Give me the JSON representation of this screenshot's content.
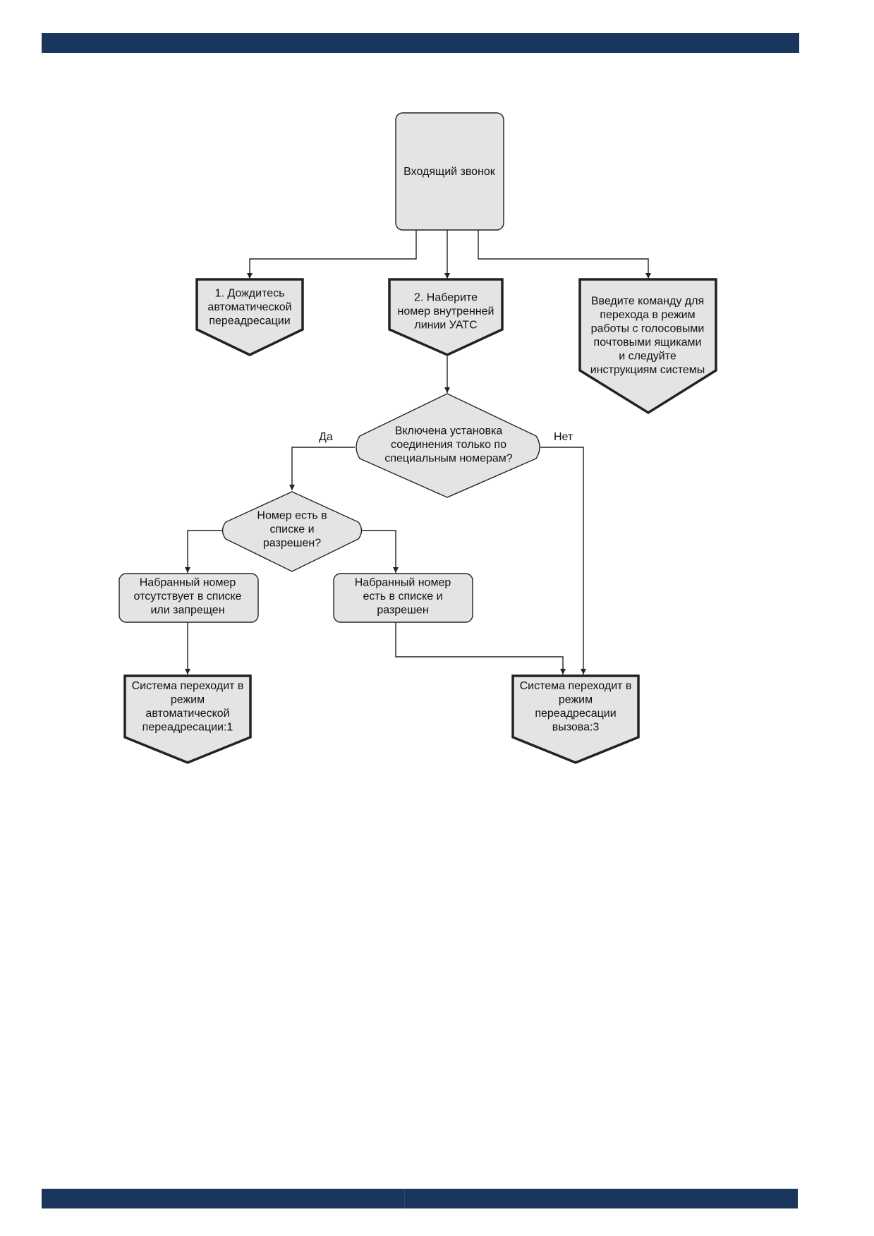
{
  "nodes": {
    "incoming": [
      "Входящий звонок"
    ],
    "wait": [
      "1. Дождитесь",
      "автоматической",
      "переадресации"
    ],
    "dial": [
      "2. Наберите",
      "номер внутренней",
      "линии УАТС"
    ],
    "voicemail": [
      "Введите команду для",
      "перехода в режим",
      "работы с голосовыми",
      "почтовыми ящиками",
      "и следуйте",
      "инструкциям системы"
    ],
    "decision_special": [
      "Включена установка",
      "соединения только по",
      "специальным номерам?"
    ],
    "decision_list": [
      "Номер есть в",
      "списке и",
      "разрешен?"
    ],
    "absent": [
      "Набранный номер",
      "отсутствует в списке",
      "или запрещен"
    ],
    "present": [
      "Набранный номер",
      "есть в списке и",
      "разрешен"
    ],
    "auto_redirect": [
      "Система переходит в",
      "режим",
      "автоматической",
      "переадресации:1"
    ],
    "call_redirect": [
      "Система переходит в",
      "режим",
      "переадресации",
      "вызова:3"
    ]
  },
  "labels": {
    "yes": "Да",
    "no": "Нет"
  },
  "colors": {
    "header_bar": "#1b365d",
    "node_fill": "#e4e4e4",
    "stroke": "#222222"
  }
}
